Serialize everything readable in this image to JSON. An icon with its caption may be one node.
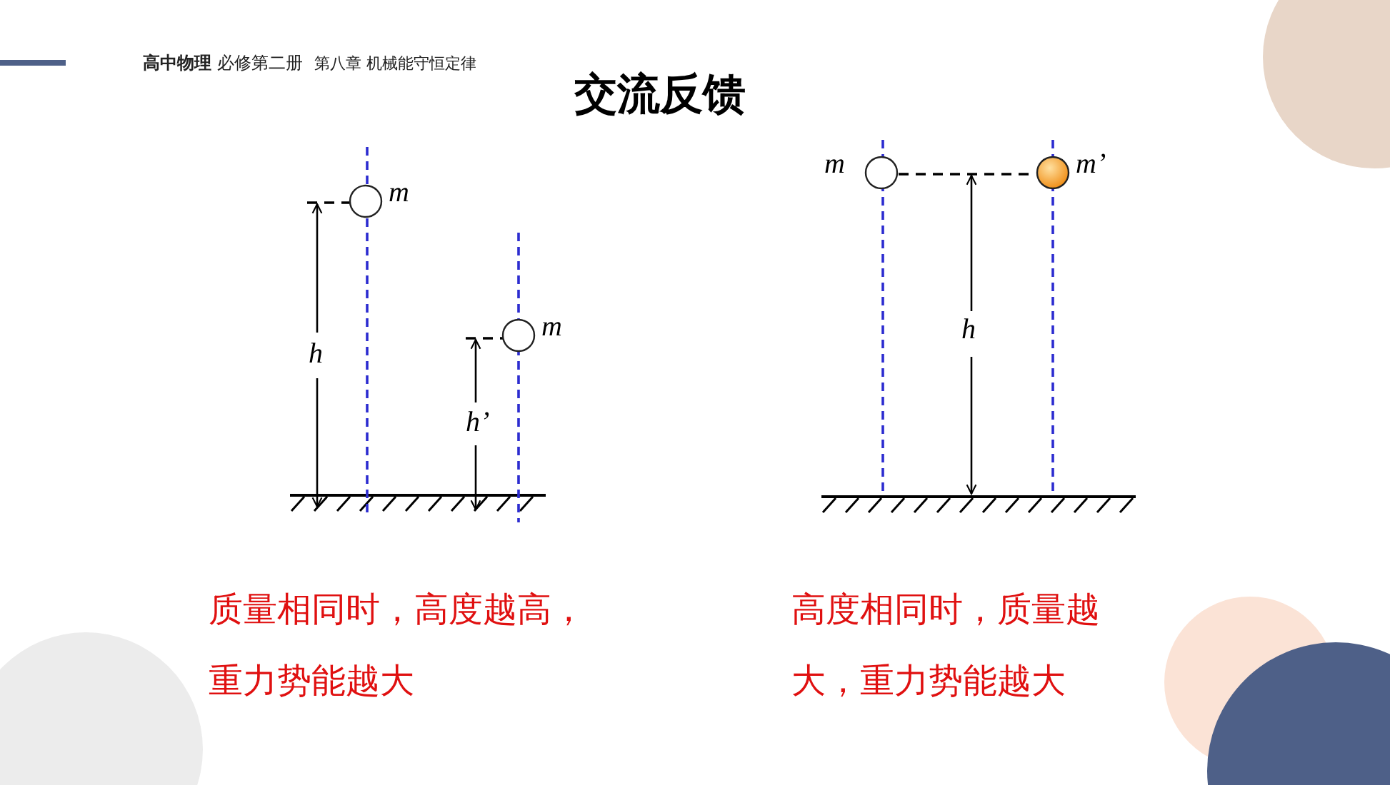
{
  "diagram": {
    "title": "交流反馈",
    "nodes": [
      {
        "text": [],
        "shape": "circle",
        "beside": [
          "m"
        ]
      },
      {
        "text": [],
        "shape": "circle",
        "beside": [
          "m"
        ]
      },
      {
        "text": [],
        "shape": "circle",
        "beside": [
          "m"
        ]
      },
      {
        "text": [],
        "shape": "circle",
        "beside": [
          "m’"
        ]
      }
    ],
    "edges": [
      {
        "from": 2,
        "to": 3,
        "arrow": "none",
        "style": "dashed"
      }
    ],
    "labels": [
      "**高中物理** 必修第二册",
      "第八章 机械能守恒定律",
      "h",
      "h’",
      "h",
      "质量相同时，高度越高，重力势能越大",
      "高度相同时，质量越大，重力势能越大"
    ]
  }
}
